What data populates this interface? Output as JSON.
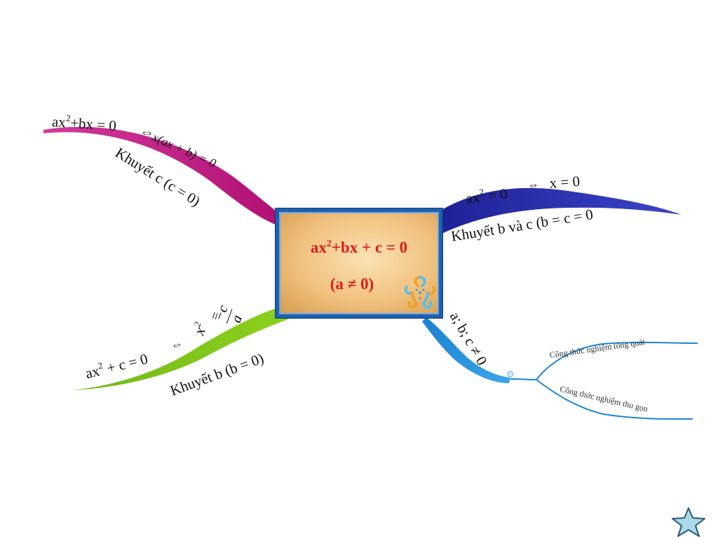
{
  "center": {
    "equation_base": "ax",
    "equation_exp": "2",
    "equation_rest": "+bx + c = 0",
    "condition": "(a ≠ 0)"
  },
  "branches": {
    "missing_c": {
      "formula_base": "ax",
      "formula_exp": "2",
      "formula_rest": "+bx = 0",
      "equiv": "⇔",
      "factored": "x(ax + b) = 0",
      "label": "Khuyết  c (c = 0)",
      "color": "#c2157f"
    },
    "missing_bc": {
      "formula_base": "ax",
      "formula_exp": "2",
      "formula_rest": " = 0",
      "equiv": "⇔",
      "result": "x = 0",
      "label": "Khuyết b và c (b = c = 0",
      "color": "#2a2ea8"
    },
    "missing_b": {
      "formula_base": "ax",
      "formula_exp": "2",
      "formula_rest": " + c = 0",
      "equiv": "⇔",
      "x_base": "x",
      "x_exp": "2",
      "equals": "=",
      "frac_num": "−c",
      "frac_den": "a",
      "label": "Khuyết b (b = 0)",
      "color": "#7fc31c"
    },
    "full": {
      "label": "a; b; c ≠ 0",
      "color": "#1b86d6",
      "sub_general": "Công thức nghiệm tổng quát",
      "sub_reduced": "Công thức nghiệm thu gọn"
    }
  },
  "nav": {
    "icon": "star-icon"
  }
}
